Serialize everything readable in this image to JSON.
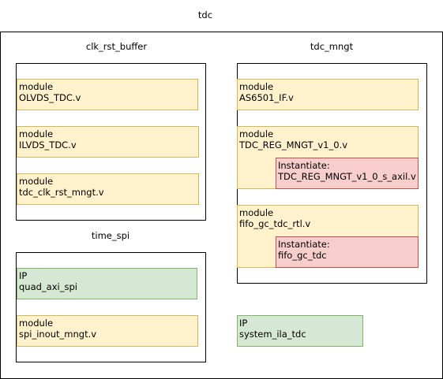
{
  "tdc": {
    "title": "tdc",
    "clk_rst_buffer": {
      "title": "clk_rst_buffer",
      "modules": [
        {
          "kind": "module",
          "name": "OLVDS_TDC.v"
        },
        {
          "kind": "module",
          "name": "ILVDS_TDC.v"
        },
        {
          "kind": "module",
          "name": "tdc_clk_rst_mngt.v"
        }
      ]
    },
    "time_spi": {
      "title": "time_spi",
      "quad_axi_spi": {
        "kind": "IP",
        "name": "quad_axi_spi"
      },
      "spi_inout_mngt": {
        "kind": "module",
        "name": "spi_inout_mngt.v"
      }
    },
    "tdc_mngt": {
      "title": "tdc_mngt",
      "as6501": {
        "kind": "module",
        "name": "AS6501_IF.v"
      },
      "tdc_reg": {
        "kind": "module",
        "name": "TDC_REG_MNGT_v1_0.v",
        "instantiate": {
          "kind": "Instantiate:",
          "name": "TDC_REG_MNGT_v1_0_s_axil.v"
        }
      },
      "fifo": {
        "kind": "module",
        "name": "fifo_gc_tdc_rtl.v",
        "instantiate": {
          "kind": "Instantiate:",
          "name": "fifo_gc_tdc"
        }
      }
    },
    "system_ila": {
      "kind": "IP",
      "name": "system_ila_tdc"
    }
  },
  "colors": {
    "module_fill": "#fff2cc",
    "module_stroke": "#d6b656",
    "ip_fill": "#d5e8d4",
    "ip_stroke": "#82b366",
    "instantiate_fill": "#f8cecc",
    "instantiate_stroke": "#b85450"
  }
}
